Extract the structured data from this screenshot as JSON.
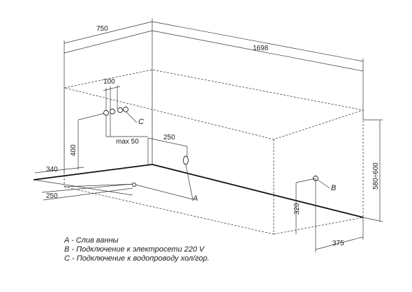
{
  "dimensions": {
    "width_top": "750",
    "length": "1698",
    "pipe_spacing": "100",
    "max_offset": "max 50",
    "drain_offset": "250",
    "height_left": "400",
    "left_offset_340": "340",
    "left_offset_250": "250",
    "height_total": "580÷600",
    "elec_height": "320",
    "elec_offset": "375"
  },
  "markers": {
    "a": "A",
    "b": "B",
    "c": "C"
  },
  "legend": [
    "A - Слив ванны",
    "B - Подключение к электросети 220 V",
    "C - Подключение к водопроводу хол/гор."
  ]
}
